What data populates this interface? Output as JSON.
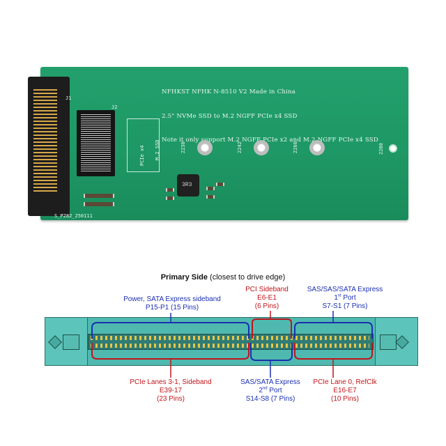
{
  "pcb": {
    "text_lines": [
      "NFHKST NFHK N-8510 V2 Made in China",
      "2.5\" NVMe SSD to M.2 NGFF PCIe x4 SSD",
      "Note it only support M.2 NGFF PCIe x2 and M.2 NGFF PCIe x4 SSD"
    ],
    "ref_j2": "J2",
    "ref_j1": "J1",
    "slot_label_1": "M.2 SSD",
    "slot_label_2": "PCIe x4",
    "size_2230": "2230",
    "size_2242": "2242",
    "size_2260": "2260",
    "size_2280": "2280",
    "inductor_label": "3R3",
    "bottom_code": "S_P282_250111",
    "board_color": "#1e9865"
  },
  "diagram": {
    "title_bold": "Primary Side",
    "title_rest": " (closest to drive edge)",
    "top_labels": {
      "power": [
        "Power, SATA Express sideband",
        "P15-P1 (15 Pins)"
      ],
      "pci_sideband": [
        "PCI Sideband",
        "E6-E1",
        "(6 Pins)"
      ],
      "sas_first": [
        "SAS/SAS/SATA Express",
        "1",
        "st",
        " Port",
        "S7-S1 (7 Pins)"
      ]
    },
    "bottom_labels": {
      "pcie_lanes": [
        "PCIe Lanes 3-1, Sideband",
        "E39-17",
        "(23 Pins)"
      ],
      "sas_second": [
        "SAS/SATA Express",
        "2",
        "nd",
        " Port",
        "S14-S8 (7 Pins)"
      ],
      "pcie_lane0": [
        "PCIe Lane 0, RefClk",
        "E16-E7",
        "(10 Pins)"
      ]
    },
    "colors": {
      "blue": "#1a2fb0",
      "red": "#c0141a",
      "connector": "#4fb9b0"
    }
  }
}
